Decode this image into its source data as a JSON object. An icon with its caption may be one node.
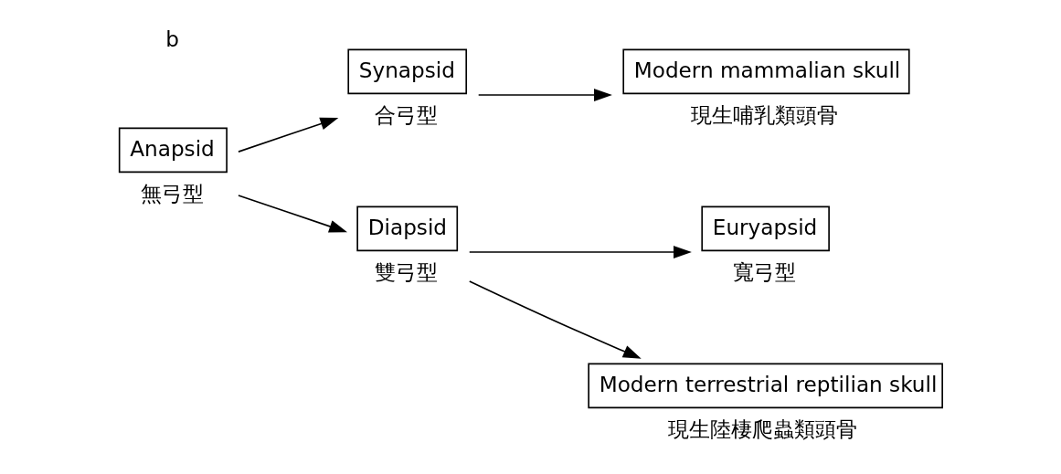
{
  "diagram": {
    "nodes": [
      {
        "text": [
          "Synapsid"
        ],
        "beside": [
          "合弓型"
        ]
      },
      {
        "text": [
          "Modern mammalian skull"
        ],
        "beside": [
          "現生哺乳類頭骨"
        ]
      },
      {
        "text": [
          "Anapsid"
        ],
        "beside": [
          "無弓型"
        ]
      },
      {
        "text": [
          "Diapsid"
        ],
        "beside": [
          "雙弓型"
        ]
      },
      {
        "text": [
          "Euryapsid"
        ],
        "beside": [
          "寬弓型"
        ]
      },
      {
        "text": [
          "Modern terrestrial reptilian skull"
        ],
        "beside": [
          "現生陸棲爬蟲類頭骨"
        ]
      }
    ],
    "edges": [
      {
        "from": 2,
        "to": 0,
        "arrow": "to"
      },
      {
        "from": 0,
        "to": 1,
        "arrow": "to"
      },
      {
        "from": 2,
        "to": 3,
        "arrow": "to"
      },
      {
        "from": 3,
        "to": 4,
        "arrow": "to"
      },
      {
        "from": 3,
        "to": 5,
        "arrow": "to"
      }
    ],
    "labels": [
      "b"
    ]
  }
}
